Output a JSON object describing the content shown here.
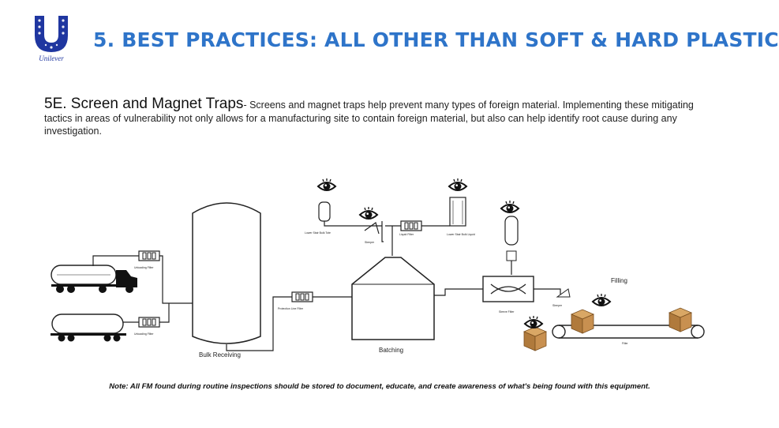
{
  "header": {
    "logo_text": "Unilever",
    "title": "5. BEST PRACTICES: ALL OTHER THAN SOFT & HARD PLASTIC"
  },
  "content": {
    "section_title": "5E. Screen and Magnet Traps",
    "section_dash": "- ",
    "description": "Screens and magnet traps help prevent many types of foreign material. Implementing these mitigating tactics in areas of vulnerability not only allows for a manufacturing site to contain foreign material, but also can help identify root cause during any investigation."
  },
  "diagram": {
    "labels": {
      "bulk_receiving": "Bulk Receiving",
      "batching": "Batching",
      "filling": "Filling"
    }
  },
  "footer": {
    "note": "Note: All FM found during routine inspections should be stored to document, educate, and create awareness of what's being found with this equipment."
  },
  "colors": {
    "title_blue": "#2e74c9",
    "logo_blue": "#1f36a0",
    "box_brown": "#c08a4a"
  },
  "icons": [
    "unilever-logo-icon",
    "eye-icon",
    "tanker-truck-icon",
    "rail-car-icon",
    "magnet-trap-icon",
    "box-icon"
  ]
}
